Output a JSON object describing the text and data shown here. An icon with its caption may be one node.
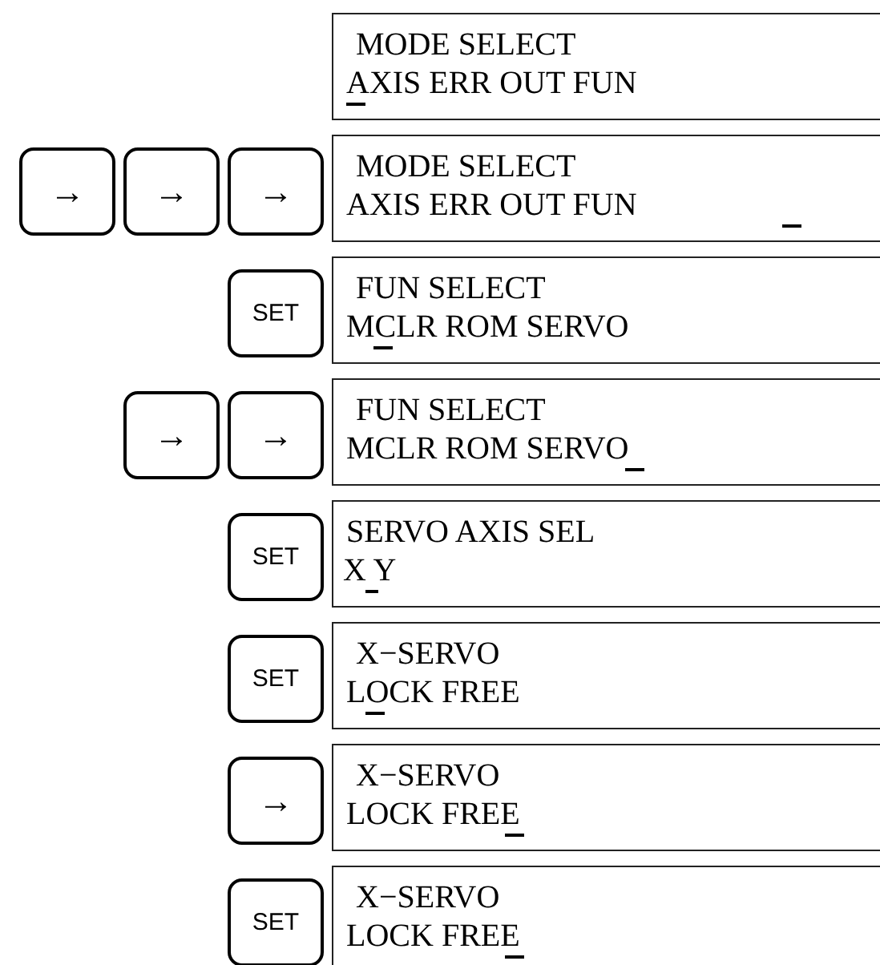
{
  "diagram": {
    "nodes": [
      {
        "text": [
          "MODE SELECT",
          "AXIS ERR OUT FUN"
        ]
      },
      {
        "text": [
          "→"
        ]
      },
      {
        "text": [
          "→"
        ]
      },
      {
        "text": [
          "→"
        ]
      },
      {
        "text": [
          "MODE SELECT",
          "AXIS ERR OUT FUN"
        ]
      },
      {
        "text": [
          "SET"
        ]
      },
      {
        "text": [
          "FUN SELECT",
          "MCLR ROM SERVO"
        ]
      },
      {
        "text": [
          "→"
        ]
      },
      {
        "text": [
          "→"
        ]
      },
      {
        "text": [
          "FUN SELECT",
          "MCLR ROM SERVO"
        ]
      },
      {
        "text": [
          "SET"
        ]
      },
      {
        "text": [
          "SERVO AXIS SEL",
          "X Y"
        ]
      },
      {
        "text": [
          "SET"
        ]
      },
      {
        "text": [
          "X−SERVO",
          "LOCK FREE"
        ]
      },
      {
        "text": [
          "→"
        ]
      },
      {
        "text": [
          "X−SERVO",
          "LOCK FREE"
        ]
      },
      {
        "text": [
          "SET"
        ]
      },
      {
        "text": [
          "X−SERVO",
          "LOCK FREE"
        ]
      }
    ]
  }
}
